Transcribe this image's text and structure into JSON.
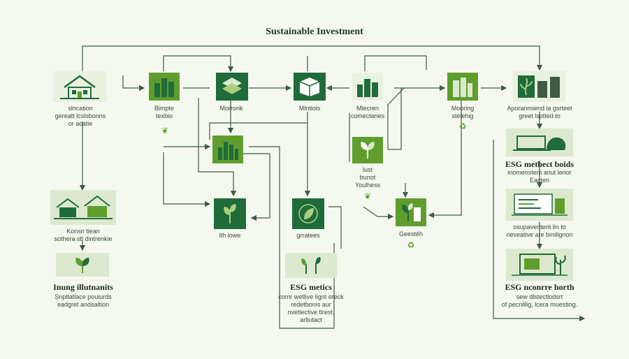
{
  "title": "Sustainable Investment",
  "colors": {
    "dark_green": "#1f6b3a",
    "mid_green": "#5f9e2c",
    "light_green": "#dce9cf",
    "line": "#3f5a45"
  },
  "top_row": [
    {
      "icon": "house-icon",
      "label": [
        "slncation",
        "gereatt lcslsbonns",
        "or acatie"
      ]
    },
    {
      "icon": "buildings-icon",
      "label": [
        "Bimpte",
        "texbio"
      ]
    },
    {
      "icon": "layers-icon",
      "label": [
        "Morronk"
      ]
    },
    {
      "icon": "box-icon",
      "label": [
        "Mlntiols"
      ]
    },
    {
      "icon": "city-icon",
      "label": [
        "Mlecren",
        "comectanes"
      ]
    },
    {
      "icon": "towers-icon",
      "label": [
        "Mooring",
        "stelehig"
      ]
    },
    {
      "icon": "plant-city-icon",
      "label": [
        "Aporanmiend la gsrteet",
        "greet lsptted to"
      ]
    }
  ],
  "middle": {
    "hub_icon": "chart-bars-icon",
    "leaf_left_label": [
      "lth lowe"
    ],
    "leaf_mid_label": [
      "grratees"
    ],
    "sprout_label": [
      "lust",
      "bunot",
      "Youlhess"
    ],
    "growth_label": [
      "Geestéh"
    ]
  },
  "left_column": {
    "houses_label": [
      "Konsn tiean",
      "sothera stl dintrenkie"
    ],
    "heading": "Inung illutnanits",
    "sub": [
      "Snpltatlace pouiurds",
      "eadgret andsaltion"
    ]
  },
  "center_bottom": {
    "heading": "ESG metics",
    "sub": [
      "comr wetlive lignt oreck",
      "redetbonis aur",
      "nvetlective tlrest.",
      "arllutact"
    ]
  },
  "right_column": {
    "esg1_heading": "ESG metbect boids",
    "esg1_sub": [
      "inomenstem anut lerior",
      "Eacten"
    ],
    "dash_label": [
      "osupaventent lin to",
      "neveative are bmilignon"
    ],
    "esg2_heading": "ESG nconrre horth",
    "esg2_sub": [
      "sew dlstectlodsrt",
      "of pecnlilig, lcera muesting."
    ]
  }
}
